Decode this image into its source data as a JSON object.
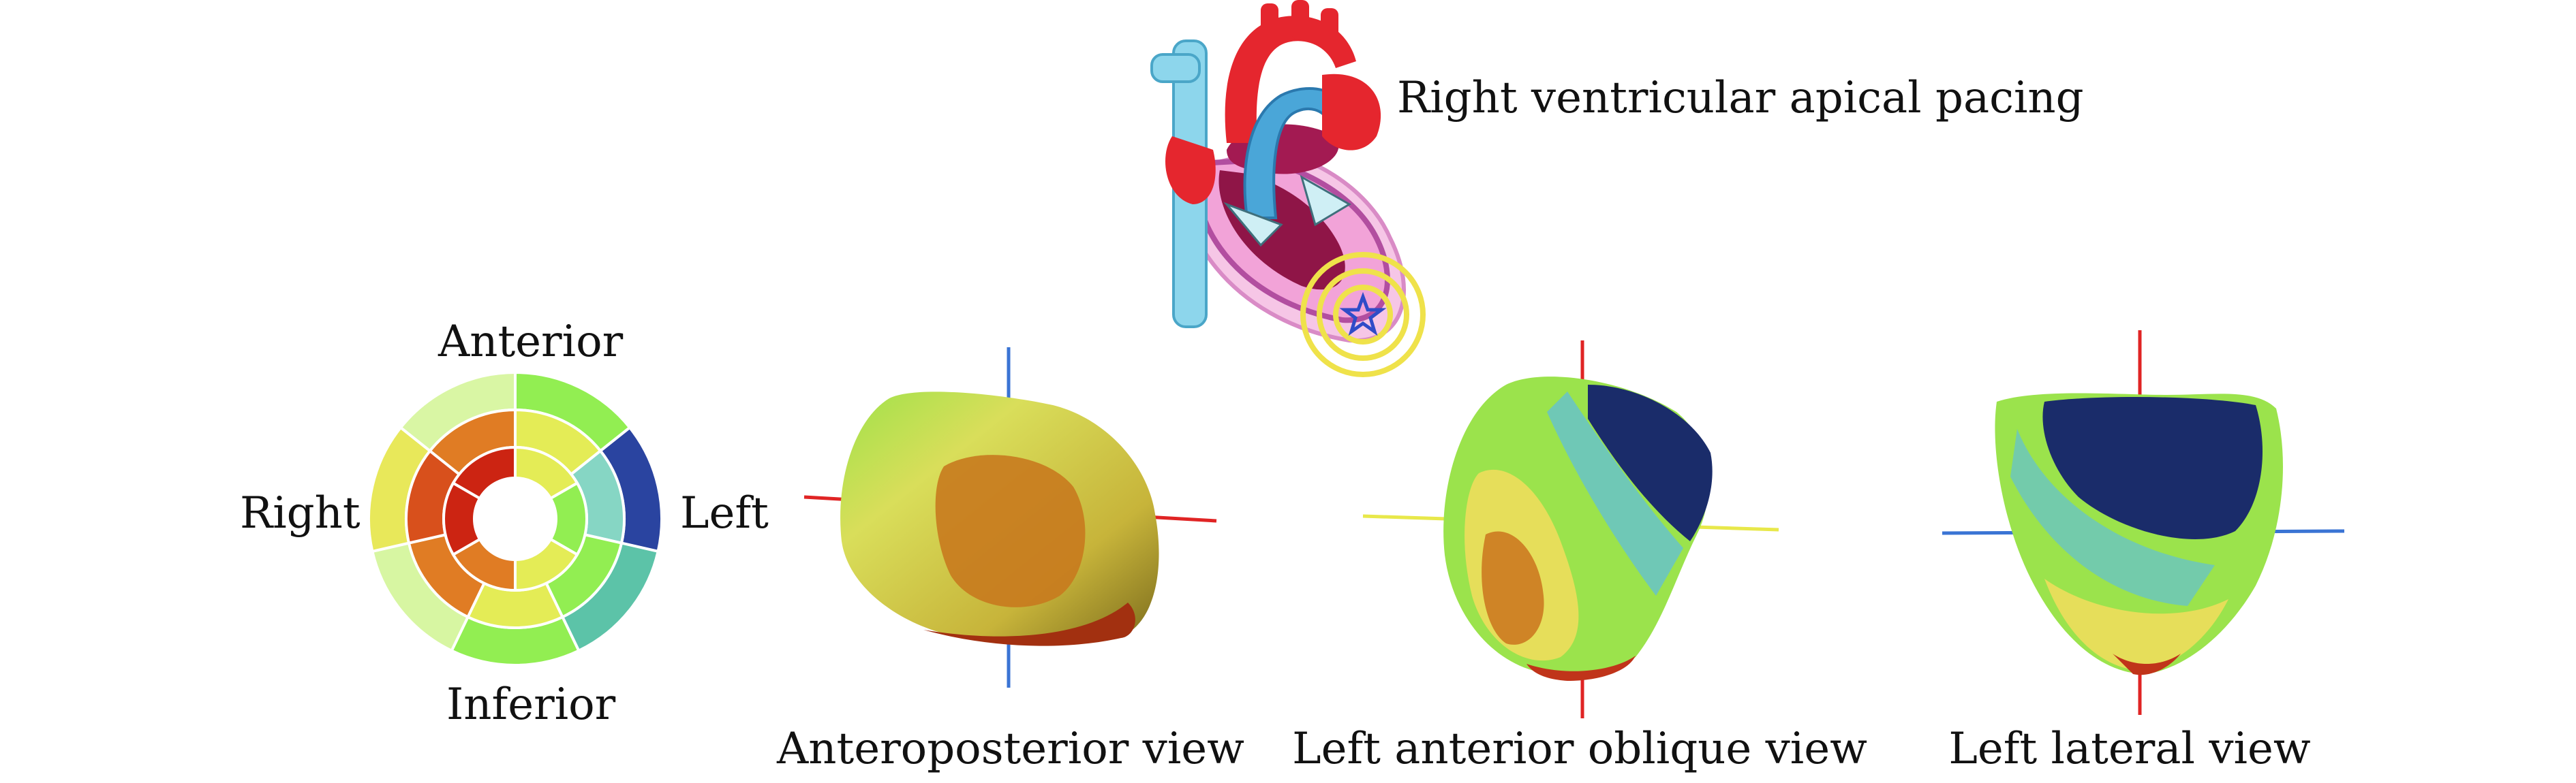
{
  "title": "Right ventricular apical pacing",
  "bullseye": {
    "labels": {
      "top": "Anterior",
      "right": "Left",
      "bottom": "Inferior",
      "left": "Right"
    },
    "outer_ring": [
      "#92ee52",
      "#2a44a0",
      "#5cc3a8",
      "#92ee52",
      "#d7f6a2",
      "#e8e85a",
      "#d9f6a4"
    ],
    "mid_ring": [
      "#e4ec56",
      "#86d6c4",
      "#92ee52",
      "#e4ec56",
      "#e07c24",
      "#d8501c",
      "#e07c24"
    ],
    "inner_ring": [
      "#e4ec56",
      "#92ee52",
      "#e4ec56",
      "#e07c24",
      "#cc2412",
      "#cc2412"
    ]
  },
  "views": [
    {
      "caption": "Anteroposterior view"
    },
    {
      "caption": "Left anterior oblique view"
    },
    {
      "caption": "Left lateral view"
    }
  ]
}
